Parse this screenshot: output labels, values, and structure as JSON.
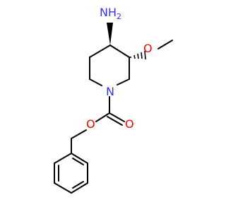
{
  "molecule": {
    "atoms": {
      "amine_n": "N",
      "amine_h": "H",
      "amine_h_count": "2",
      "methoxy_o": "O",
      "ring_n": "N",
      "carbonyl_o": "O",
      "ester_o": "O"
    },
    "colors": {
      "bond": "#000000",
      "nitrogen": "#3333ff",
      "oxygen": "#ff0000",
      "background": "#ffffff"
    }
  }
}
